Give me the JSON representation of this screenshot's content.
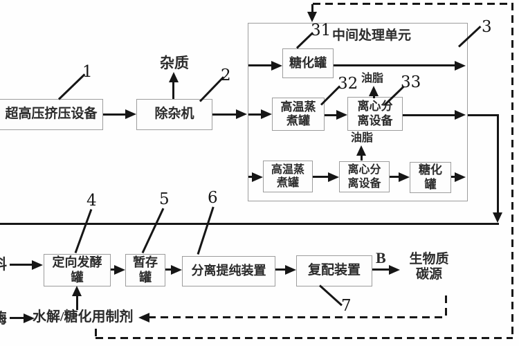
{
  "diagram_type": "process-flow-diagram",
  "boxes": {
    "extruder": "超高压挤压设备",
    "impurity_remover": "除杂机",
    "intermediate_unit_title": "中间处理单元",
    "saccharification_tank_top": "糖化罐",
    "cooking_tank_mid": "高温蒸\n煮罐",
    "centrifuge_mid": "离心分\n离设备",
    "cooking_tank_bottom": "高温蒸\n煮罐",
    "centrifuge_bottom": "离心分\n离设备",
    "saccharification_tank_bottom": "糖化\n罐",
    "fermentation_tank": "定向发酵\n罐",
    "storage_tank": "暂存\n罐",
    "separation_purification": "分离提纯装置",
    "compounding_device": "复配装置"
  },
  "texts": {
    "impurities": "杂质",
    "oil_top": "油脂",
    "oil_bottom": "油脂",
    "biomass_carbon_source": "生物质\n碳源",
    "output_label_b": "B",
    "hydrolysis_agent": "水解/糖化用制剂",
    "feed_partial": "料",
    "enzyme_partial": "酶"
  },
  "refs": {
    "extruder": "1",
    "impurity_remover": "2",
    "intermediate_unit": "3",
    "saccharification_tank": "31",
    "cooking_tank": "32",
    "centrifuge": "33",
    "fermentation_tank": "4",
    "storage_tank": "5",
    "separation_purification": "6",
    "compounding_device": "7"
  },
  "colors": {
    "line": "#161616",
    "box_border": "#9c9c9c",
    "text": "#2b2b2b",
    "background": "#fefefe"
  }
}
